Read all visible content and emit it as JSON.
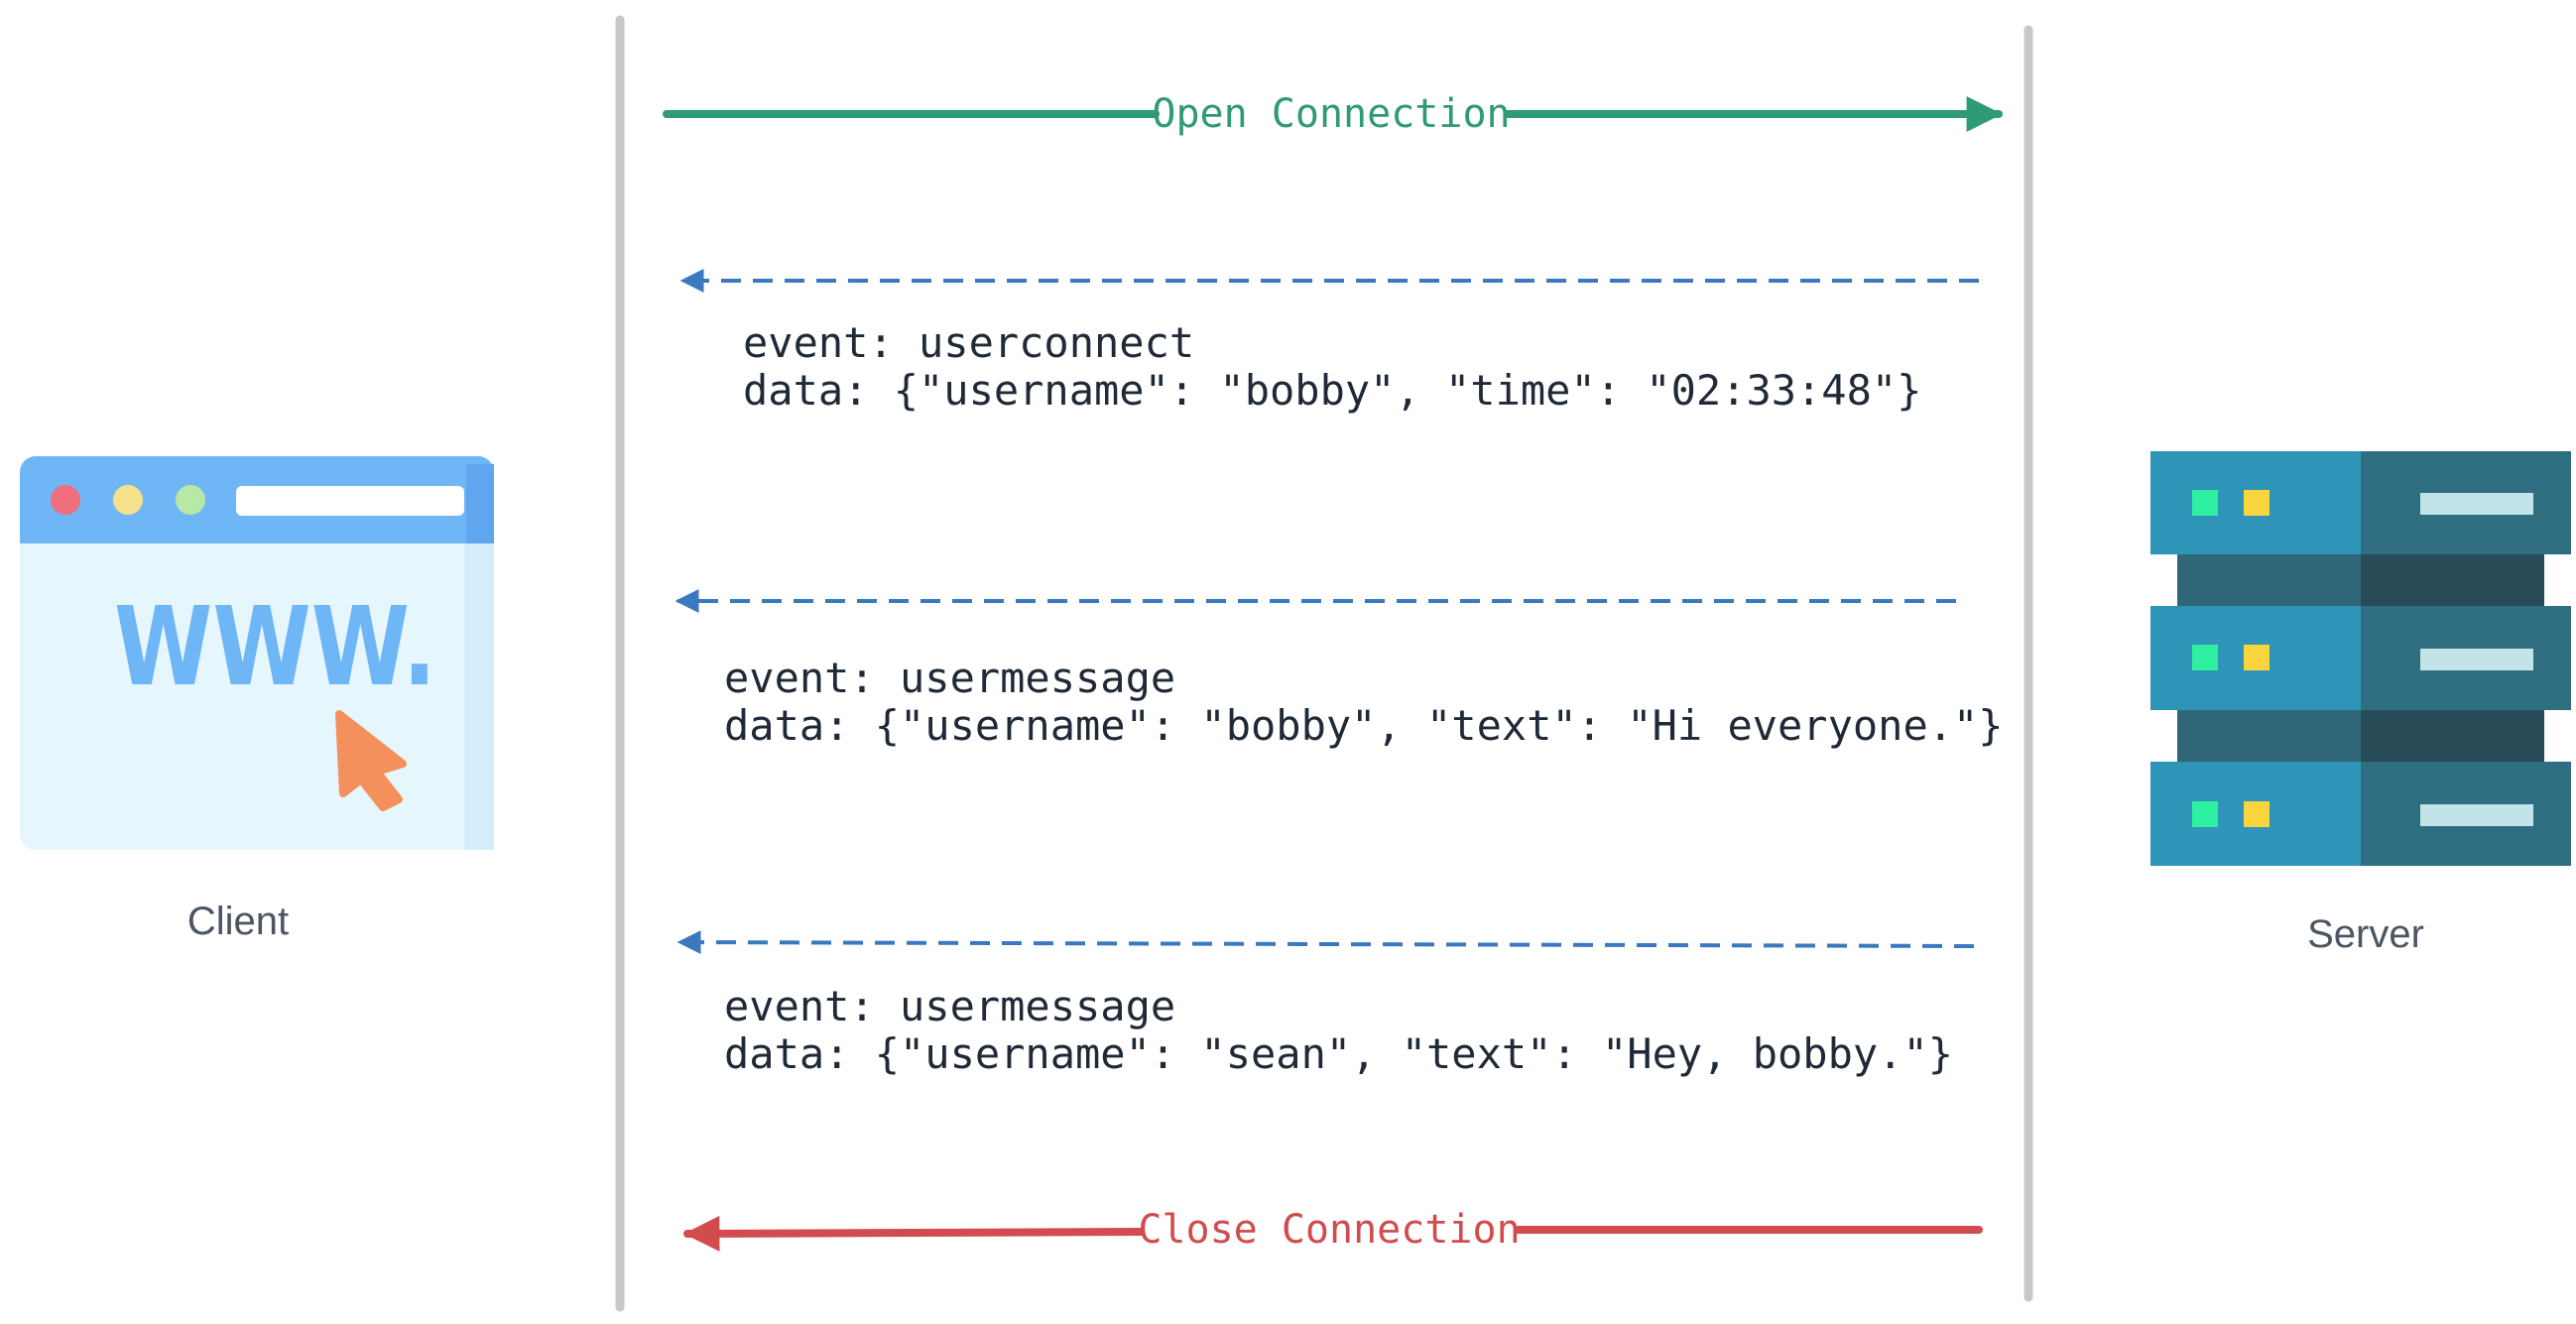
{
  "colors": {
    "open": "#2e9a76",
    "close": "#d24b4e",
    "message": "#3a78c0",
    "lifeline": "#c8c8c8",
    "text": "#1f2937",
    "caption": "#4b5563"
  },
  "client": {
    "label": "Client",
    "icon": "browser-www-icon",
    "logo_text": "WWW."
  },
  "server": {
    "label": "Server",
    "icon": "server-rack-icon"
  },
  "connections": {
    "open_label": "Open Connection",
    "close_label": "Close Connection"
  },
  "messages": [
    {
      "event": "event: userconnect",
      "data": "data: {\"username\": \"bobby\", \"time\": \"02:33:48\"}"
    },
    {
      "event": "event: usermessage",
      "data": "data: {\"username\": \"bobby\", \"text\": \"Hi everyone.\"}"
    },
    {
      "event": "event: usermessage",
      "data": "data: {\"username\": \"sean\", \"text\": \"Hey, bobby.\"}"
    }
  ]
}
